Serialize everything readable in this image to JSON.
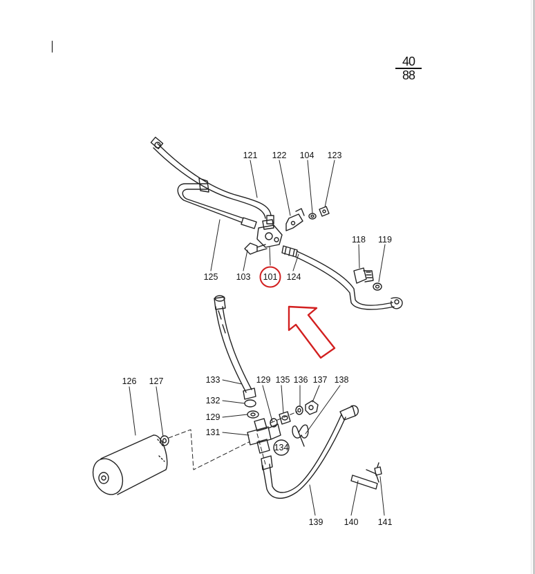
{
  "page_code": {
    "numerator": "40",
    "denominator": "88"
  },
  "callouts": [
    {
      "id": "121",
      "label": "121"
    },
    {
      "id": "122",
      "label": "122"
    },
    {
      "id": "104",
      "label": "104"
    },
    {
      "id": "123",
      "label": "123"
    },
    {
      "id": "118",
      "label": "118"
    },
    {
      "id": "119",
      "label": "119"
    },
    {
      "id": "125",
      "label": "125"
    },
    {
      "id": "103",
      "label": "103"
    },
    {
      "id": "101",
      "label": "101"
    },
    {
      "id": "124",
      "label": "124"
    },
    {
      "id": "126",
      "label": "126"
    },
    {
      "id": "127",
      "label": "127"
    },
    {
      "id": "133",
      "label": "133"
    },
    {
      "id": "129a",
      "label": "129"
    },
    {
      "id": "135",
      "label": "135"
    },
    {
      "id": "136",
      "label": "136"
    },
    {
      "id": "137",
      "label": "137"
    },
    {
      "id": "138",
      "label": "138"
    },
    {
      "id": "132",
      "label": "132"
    },
    {
      "id": "129b",
      "label": "129"
    },
    {
      "id": "131",
      "label": "131"
    },
    {
      "id": "134",
      "label": "134"
    },
    {
      "id": "139",
      "label": "139"
    },
    {
      "id": "140",
      "label": "140"
    },
    {
      "id": "141",
      "label": "141"
    }
  ],
  "highlight": {
    "callout": "101",
    "color": "#d21f1f"
  }
}
